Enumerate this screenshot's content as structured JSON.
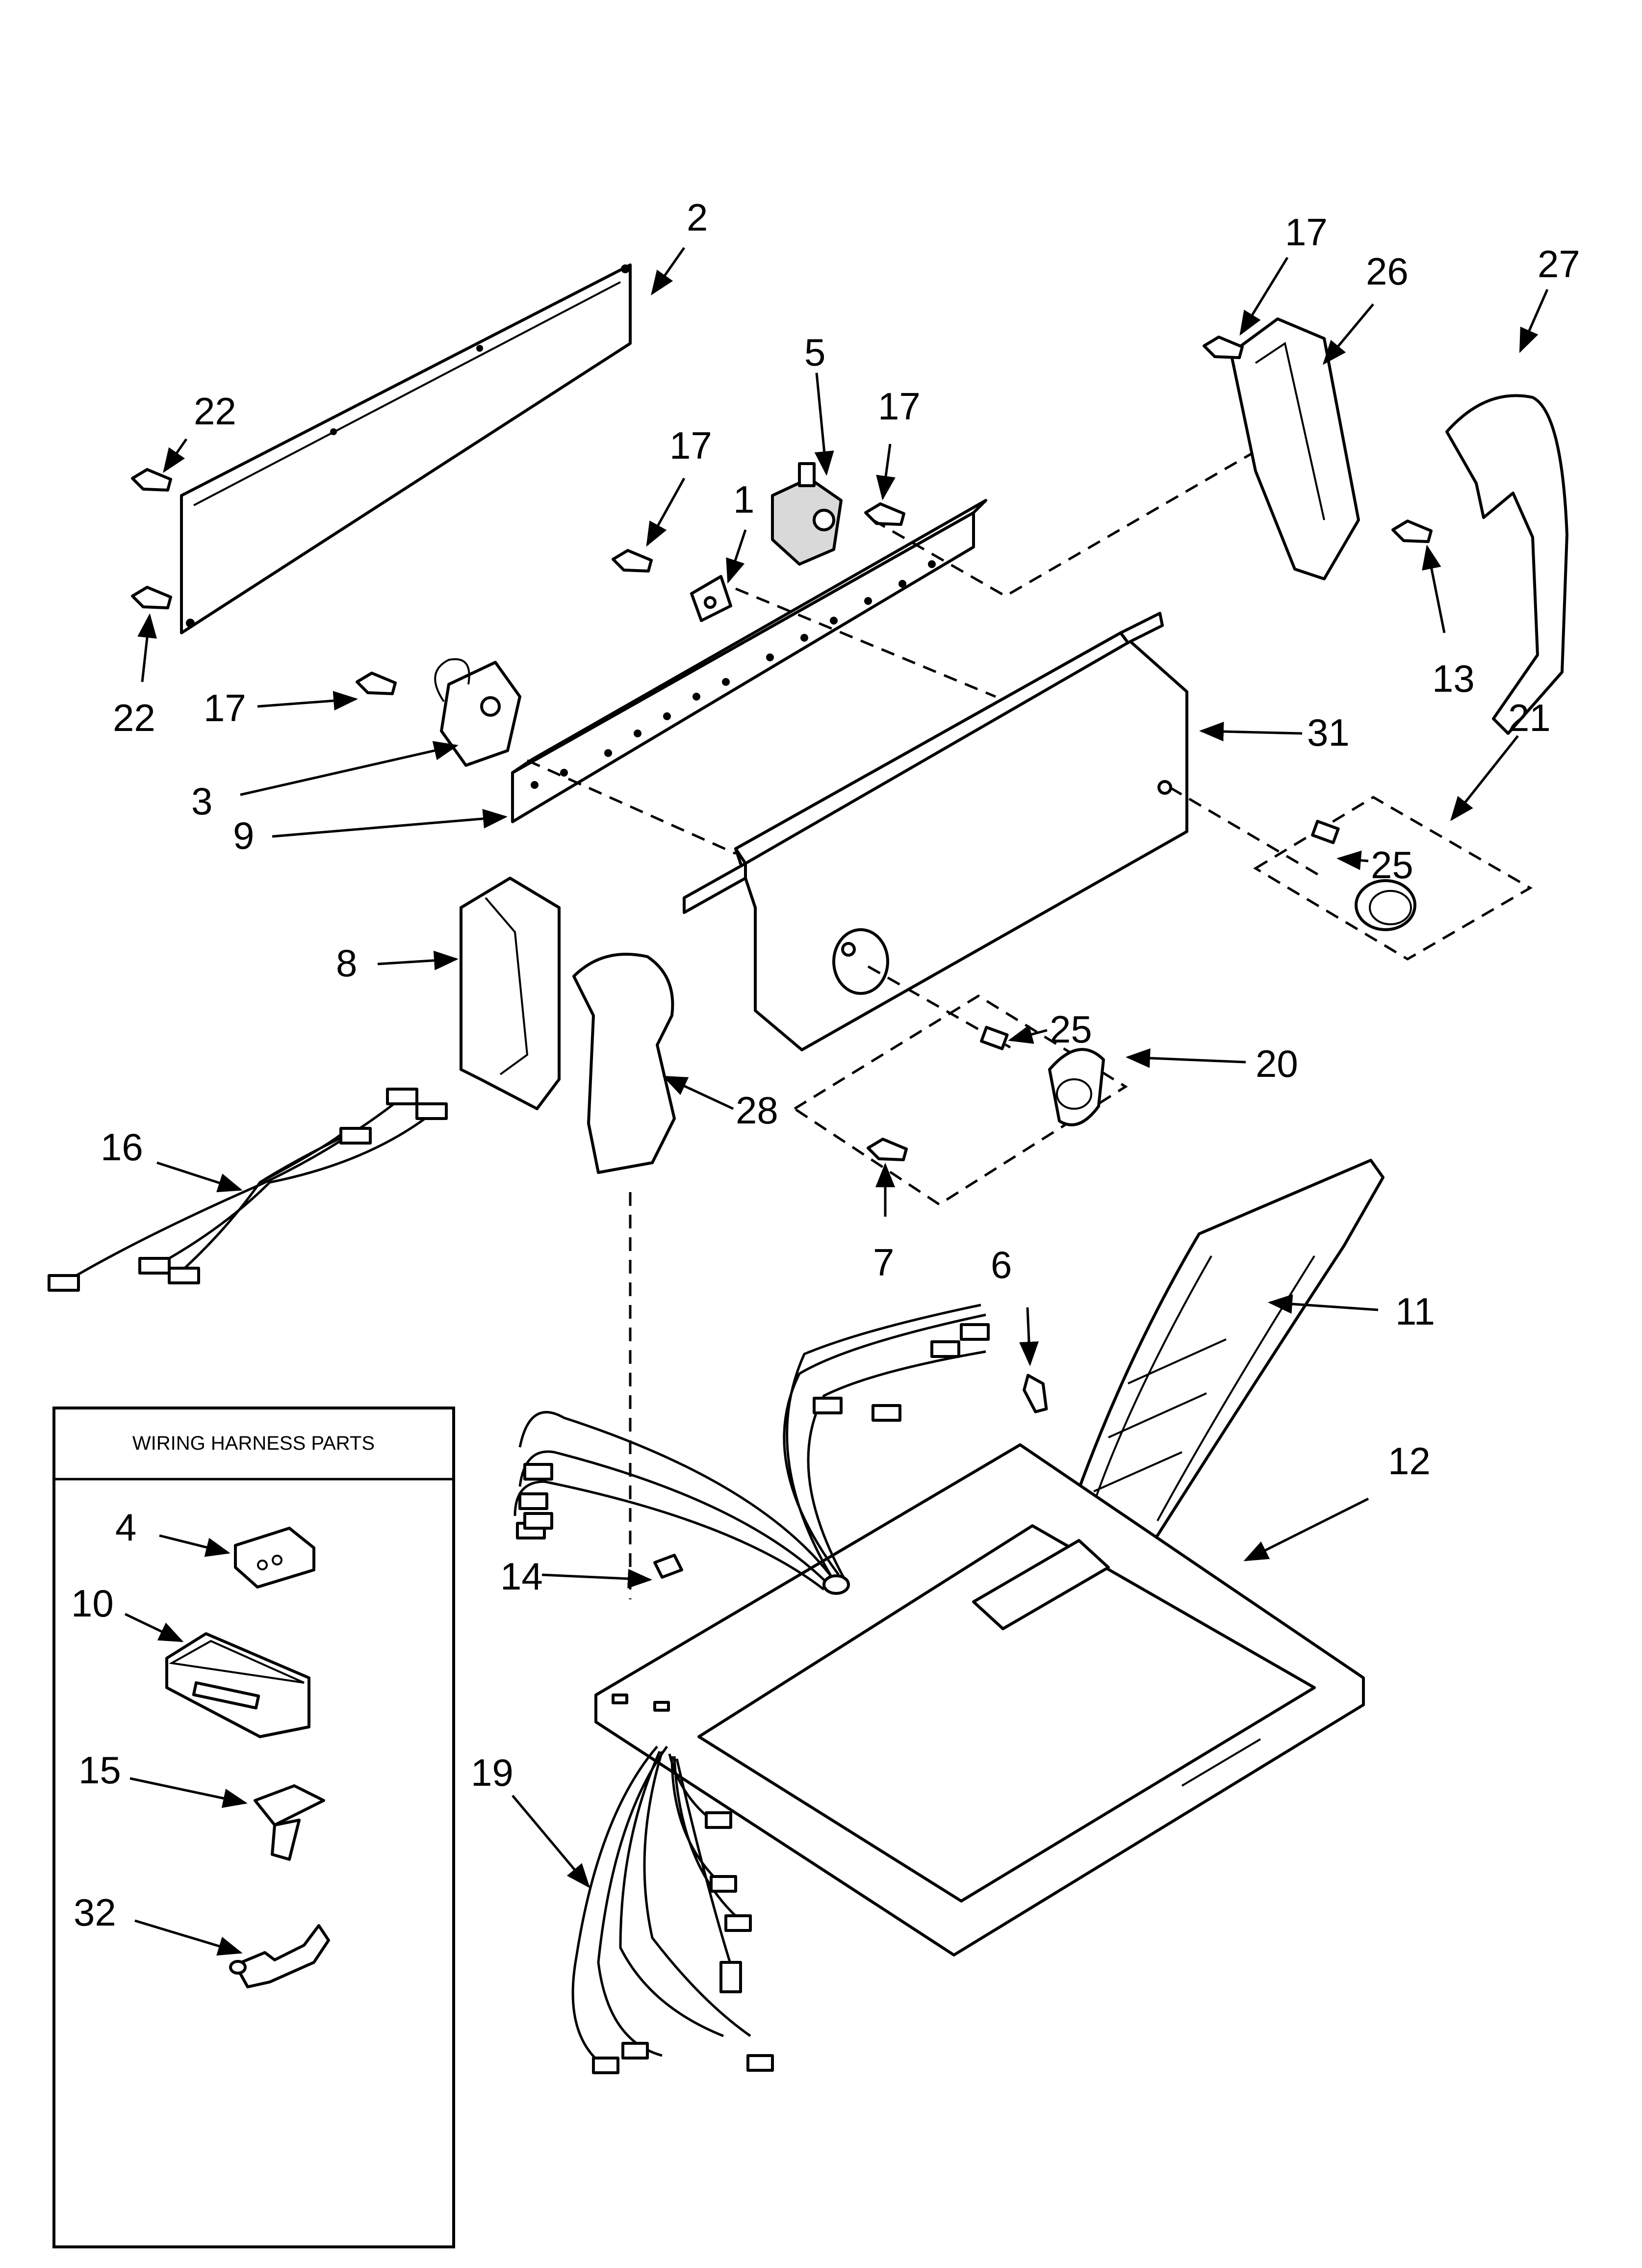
{
  "legend": {
    "title": "WIRING HARNESS PARTS",
    "items": [
      "4",
      "10",
      "15",
      "32"
    ]
  },
  "callouts": {
    "c1": "1",
    "c2": "2",
    "c3": "3",
    "c5": "5",
    "c6": "6",
    "c7": "7",
    "c8": "8",
    "c9": "9",
    "c11": "11",
    "c12": "12",
    "c13": "13",
    "c14": "14",
    "c16": "16",
    "c17a": "17",
    "c17b": "17",
    "c17c": "17",
    "c17d": "17",
    "c19": "19",
    "c20": "20",
    "c21": "21",
    "c22a": "22",
    "c22b": "22",
    "c25a": "25",
    "c25b": "25",
    "c26": "26",
    "c27": "27",
    "c28": "28",
    "c31": "31"
  }
}
